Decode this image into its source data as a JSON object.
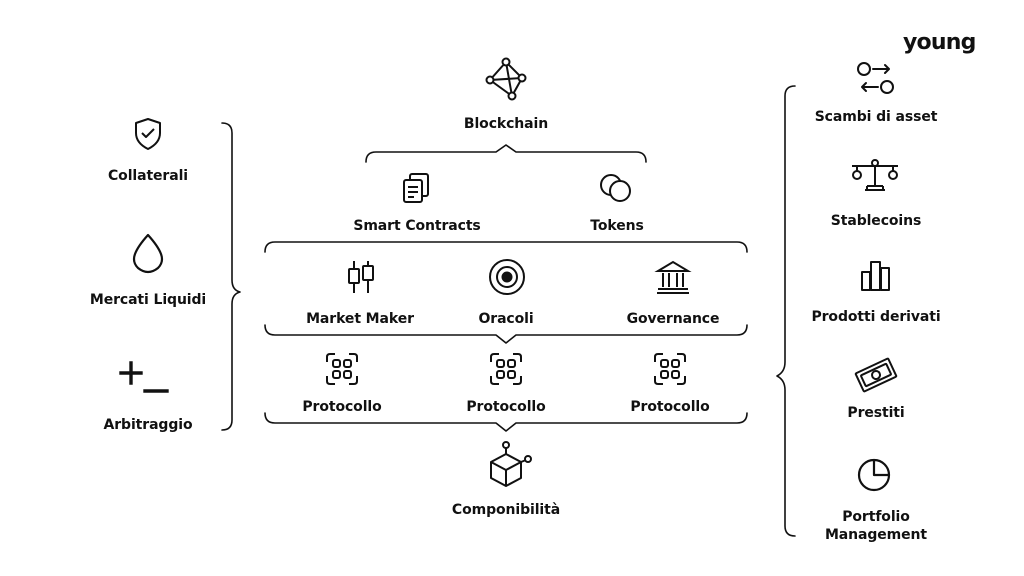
{
  "brand": {
    "logo_text": "young"
  },
  "center": {
    "top": "Blockchain",
    "layer1": [
      "Smart Contracts",
      "Tokens"
    ],
    "layer2": [
      "Market Maker",
      "Oracoli",
      "Governance"
    ],
    "layer3": [
      "Protocollo",
      "Protocollo",
      "Protocollo"
    ],
    "bottom": "Componibilità"
  },
  "left": [
    "Collaterali",
    "Mercati Liquidi",
    "Arbitraggio"
  ],
  "right": [
    "Scambi di asset",
    "Stablecoins",
    "Prodotti derivati",
    "Prestiti",
    "Portfolio",
    "Management"
  ],
  "icons": {
    "blockchain": "network-icon",
    "smart_contracts": "document-stack-icon",
    "tokens": "coins-icon",
    "market_maker": "candlestick-icon",
    "oracoli": "target-icon",
    "governance": "bank-icon",
    "protocollo": "protocol-icon",
    "componibilita": "cube-icon",
    "collaterali": "shield-check-icon",
    "mercati_liquidi": "drop-icon",
    "arbitraggio": "plus-minus-icon",
    "scambi": "swap-icon",
    "stablecoins": "scale-icon",
    "derivati": "bar-chart-icon",
    "prestiti": "banknote-icon",
    "portfolio": "pie-chart-icon"
  }
}
